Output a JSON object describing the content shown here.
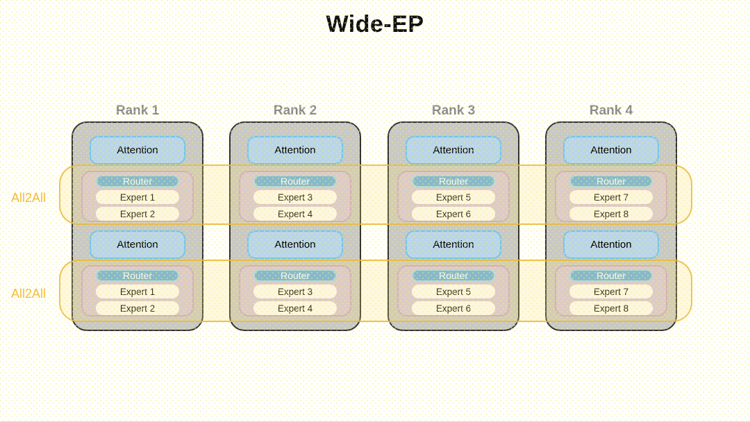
{
  "title": "Wide-EP",
  "all2all_bands": [
    {
      "label": "All2All"
    },
    {
      "label": "All2All"
    }
  ],
  "ranks": [
    {
      "label": "Rank 1",
      "layers": [
        {
          "attention": "Attention",
          "router": "Router",
          "experts": [
            "Expert 1",
            "Expert 2"
          ]
        },
        {
          "attention": "Attention",
          "router": "Router",
          "experts": [
            "Expert 1",
            "Expert 2"
          ]
        }
      ]
    },
    {
      "label": "Rank 2",
      "layers": [
        {
          "attention": "Attention",
          "router": "Router",
          "experts": [
            "Expert 3",
            "Expert 4"
          ]
        },
        {
          "attention": "Attention",
          "router": "Router",
          "experts": [
            "Expert 3",
            "Expert 4"
          ]
        }
      ]
    },
    {
      "label": "Rank 3",
      "layers": [
        {
          "attention": "Attention",
          "router": "Router",
          "experts": [
            "Expert 5",
            "Expert 6"
          ]
        },
        {
          "attention": "Attention",
          "router": "Router",
          "experts": [
            "Expert 5",
            "Expert 6"
          ]
        }
      ]
    },
    {
      "label": "Rank 4",
      "layers": [
        {
          "attention": "Attention",
          "router": "Router",
          "experts": [
            "Expert 7",
            "Expert 8"
          ]
        },
        {
          "attention": "Attention",
          "router": "Router",
          "experts": [
            "Expert 7",
            "Expert 8"
          ]
        }
      ]
    }
  ],
  "colors": {
    "title_text": "#111111",
    "rank_label_text": "#8B8B8B",
    "rank_fill": "#C8C8C6",
    "rank_border": "#333333",
    "attention_fill": "#B9D5E9",
    "attention_border": "#6FC6F2",
    "moe_group_fill": "#D3C6DD",
    "moe_group_border": "#C6A3CC",
    "router_fill": "#66AFE3",
    "router_border": "#9AD8F6",
    "router_text": "#FFFFFF",
    "expert_fill": "#FDFDFD",
    "all2all_band_border": "#E9B83A",
    "all2all_band_fill_tint": "#FDDD78",
    "all2all_label_text": "#F3BA3B"
  }
}
